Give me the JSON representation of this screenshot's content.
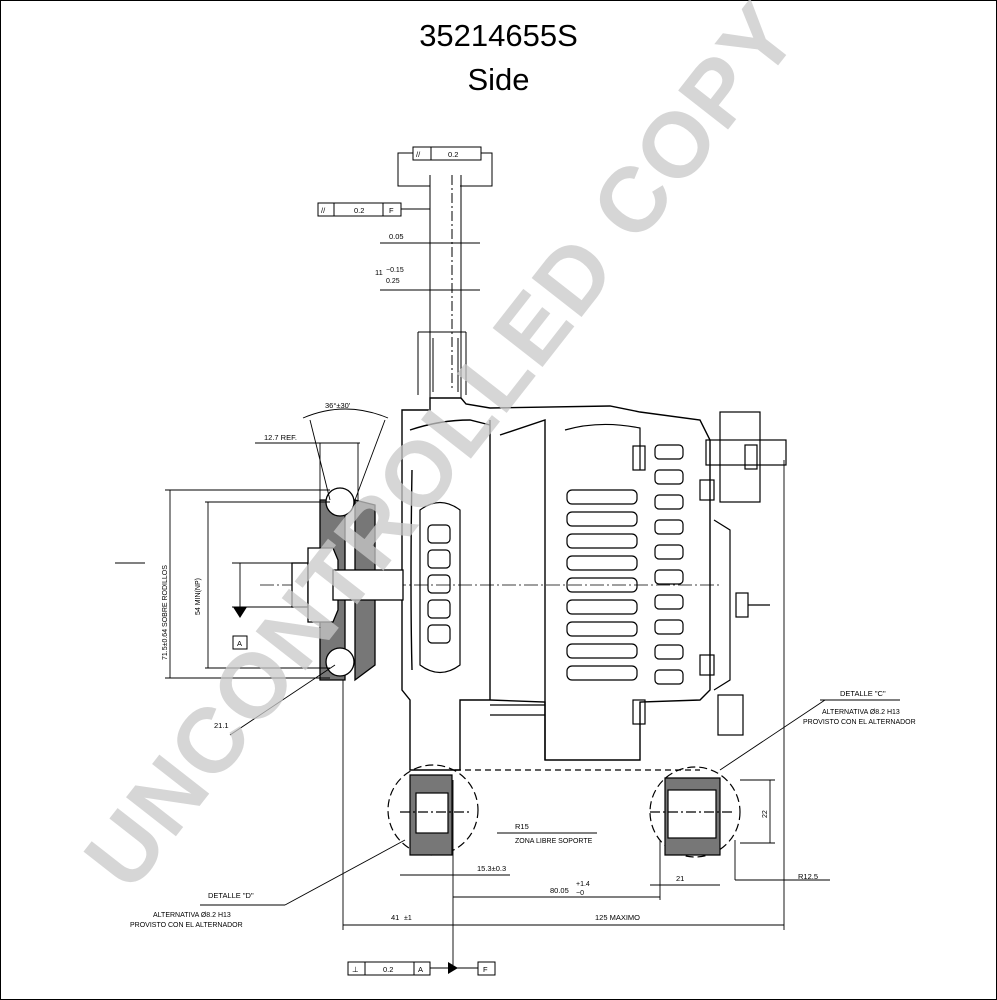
{
  "header": {
    "part_number": "35214655S",
    "view": "Side"
  },
  "watermark": "UNCONTROLLED COPY",
  "tolerance_frames": {
    "top": {
      "symbol": "//",
      "value": "0.2"
    },
    "left": {
      "symbol": "//",
      "value": "0.2",
      "datum": "F"
    },
    "bottom": {
      "symbol": "⊥",
      "value": "0.2",
      "datum_a": "A",
      "datum_b": "F"
    }
  },
  "datum_a": "A",
  "dimensions": {
    "d_005": "0.05",
    "d_11_a": "11",
    "d_11_b": "−0.15",
    "d_11_c": "0.25",
    "angle": "36°±30'",
    "ref_127": "12.7 REF.",
    "pulley_roller": "71.5±0.64 SOBRE RODILLOS",
    "pulley_min": "54 MIN(NP)",
    "d_211": "21.1",
    "r15": "R15",
    "zona_libre": "ZONA LIBRE SOPORTE",
    "d_153": "15.3±0.3",
    "d_8005": "80.05",
    "d_8005_tol_a": "+1.4",
    "d_8005_tol_b": "−0",
    "d_41": "41",
    "d_41_tol": "±1",
    "max_125": "125 MAXIMO",
    "d_21": "21",
    "r125": "R12.5",
    "d_22": "22"
  },
  "detail_c": {
    "label": "DETALLE \"C\"",
    "line1": "ALTERNATIVA Ø8.2 H13",
    "line2": "PROVISTO CON EL ALTERNADOR"
  },
  "detail_d": {
    "label": "DETALLE \"D\"",
    "line1": "ALTERNATIVA Ø8.2 H13",
    "line2": "PROVISTO CON EL ALTERNADOR"
  }
}
